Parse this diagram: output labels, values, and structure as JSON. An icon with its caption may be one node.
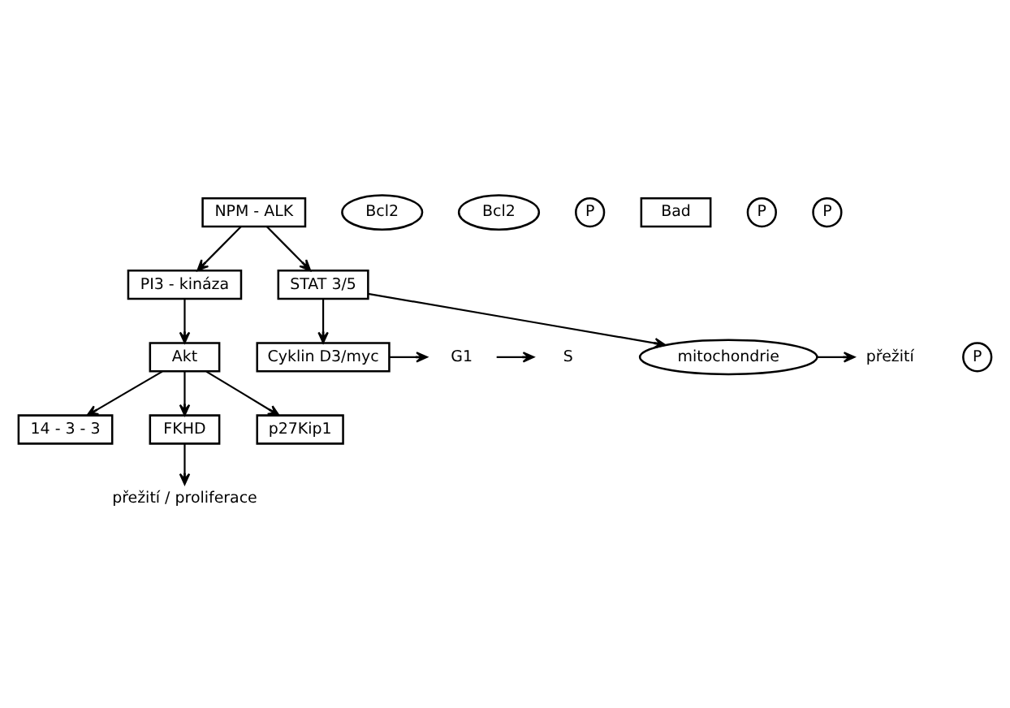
{
  "diagram": {
    "nodes": [
      {
        "text": [
          "NPM - ALK"
        ]
      },
      {
        "text": [
          "Cyklin D3/myc"
        ]
      },
      {
        "text": [
          "G1"
        ]
      },
      {
        "text": [
          "S"
        ]
      },
      {
        "text": [
          "PI3 - kináza"
        ]
      },
      {
        "text": [
          "STAT 3/5"
        ]
      },
      {
        "text": [
          "Bcl2"
        ]
      },
      {
        "text": [
          "Bcl2"
        ]
      },
      {
        "text": [
          "mitochondrie"
        ]
      },
      {
        "text": [
          "přežití"
        ]
      },
      {
        "text": [
          "P"
        ]
      },
      {
        "text": [
          "Akt"
        ]
      },
      {
        "text": [
          "P"
        ]
      },
      {
        "text": [
          "Bad"
        ]
      },
      {
        "text": [
          "14 - 3 - 3"
        ]
      },
      {
        "text": [
          "P"
        ]
      },
      {
        "text": [
          "FKHD"
        ]
      },
      {
        "text": [
          "P"
        ]
      },
      {
        "text": [
          "p27Kip1"
        ]
      },
      {
        "text": [
          "přežití / proliferace"
        ]
      }
    ],
    "edges": [
      {
        "from": 0,
        "to": 4,
        "arrow": "to"
      },
      {
        "from": 0,
        "to": 5,
        "arrow": "to"
      },
      {
        "from": 5,
        "to": 1,
        "arrow": "to"
      },
      {
        "from": 1,
        "to": 2,
        "arrow": "to"
      },
      {
        "from": 2,
        "to": 3,
        "arrow": "to"
      },
      {
        "from": 5,
        "to": 8,
        "arrow": "to"
      },
      {
        "from": 8,
        "to": 9,
        "arrow": "to"
      },
      {
        "from": 4,
        "to": 11,
        "arrow": "to"
      },
      {
        "from": 11,
        "to": 14,
        "arrow": "to"
      },
      {
        "from": 11,
        "to": 16,
        "arrow": "to"
      },
      {
        "from": 11,
        "to": 18,
        "arrow": "to"
      },
      {
        "from": 16,
        "to": 19,
        "arrow": "to"
      }
    ]
  }
}
